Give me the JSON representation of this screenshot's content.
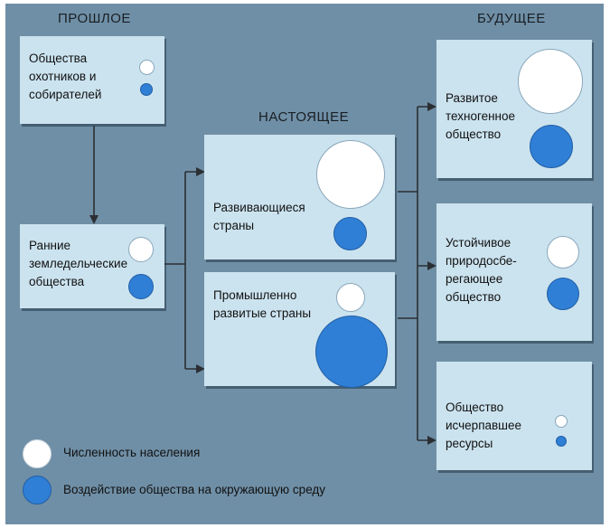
{
  "headings": {
    "past": "ПРОШЛОЕ",
    "present": "НАСТОЯЩЕЕ",
    "future": "БУДУЩЕЕ"
  },
  "boxes": {
    "hunters": "Общества охотников и собирателей",
    "early_agri": "Ранние земледельческие общества",
    "developing": "Развивающиеся страны",
    "industrial": "Промышленно развитые страны",
    "techno": "Развитое техногенное общество",
    "sustainable": "Устойчивое природосбе- регающее общество",
    "exhausted": "Общество исчерпавшее ресурсы"
  },
  "legend": {
    "population": "Численность населения",
    "impact": "Воздействие общества на окружающую среду"
  },
  "colors": {
    "background_panel": "#6f8fa6",
    "box_fill": "#cbe3ef",
    "population_circle": "#ffffff",
    "impact_circle": "#2f7fd6",
    "arrow": "#2b2f33"
  }
}
